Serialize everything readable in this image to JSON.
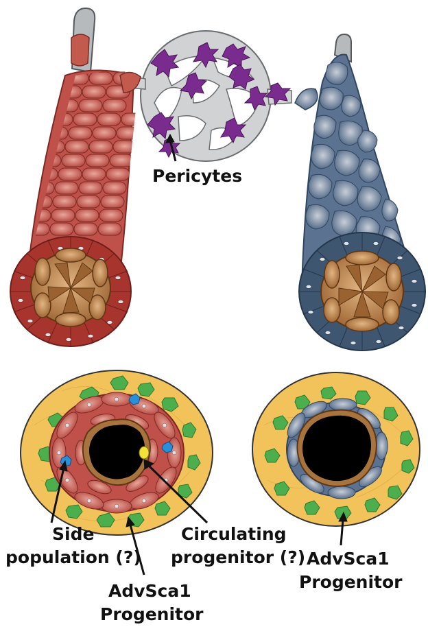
{
  "labels": {
    "pericytes": "Pericytes",
    "side_population_line1": "Side",
    "side_population_line2": "population (?)",
    "circulating_line1": "Circulating",
    "circulating_line2": "progenitor (?)",
    "advsca1_left_line1": "AdvSca1",
    "advsca1_left_line2": "Progenitor",
    "advsca1_right_line1": "AdvSca1",
    "advsca1_right_line2": "Progenitor"
  },
  "colors": {
    "artery": "#c0504a",
    "artery_dark": "#8e2a25",
    "vein": "#5b7290",
    "vein_dark": "#2f4560",
    "capillary": "#d0d2d4",
    "pericyte": "#7a2b8e",
    "lumen_wall": "#a8743e",
    "adventitia": "#f2c35a",
    "adventitia_cell": "#4cae4c",
    "side_population_cell": "#2a8fd6",
    "circulating_cell": "#f2e23a",
    "lumen": "#000000"
  }
}
